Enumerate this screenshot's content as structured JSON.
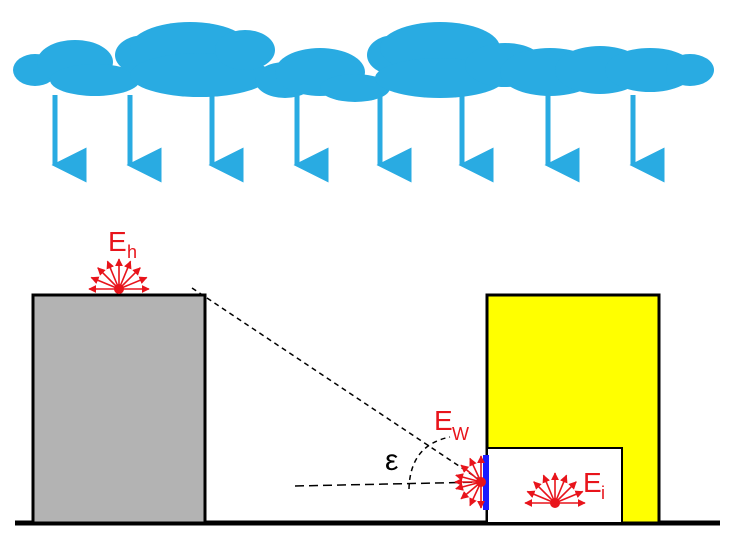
{
  "labels": {
    "horizontal": {
      "main": "E",
      "sub": "h"
    },
    "wall": {
      "main": "E",
      "sub": "W"
    },
    "interior": {
      "main": "E",
      "sub": "i"
    },
    "angle": "ε"
  },
  "colors": {
    "cloud": "#29abe2",
    "arrow": "#29abe2",
    "light": "#e8141b",
    "left_building": "#b3b3b3",
    "right_building": "#ffff00",
    "window": "#1a1aff",
    "room": "#ffffff",
    "outline": "#000000"
  }
}
